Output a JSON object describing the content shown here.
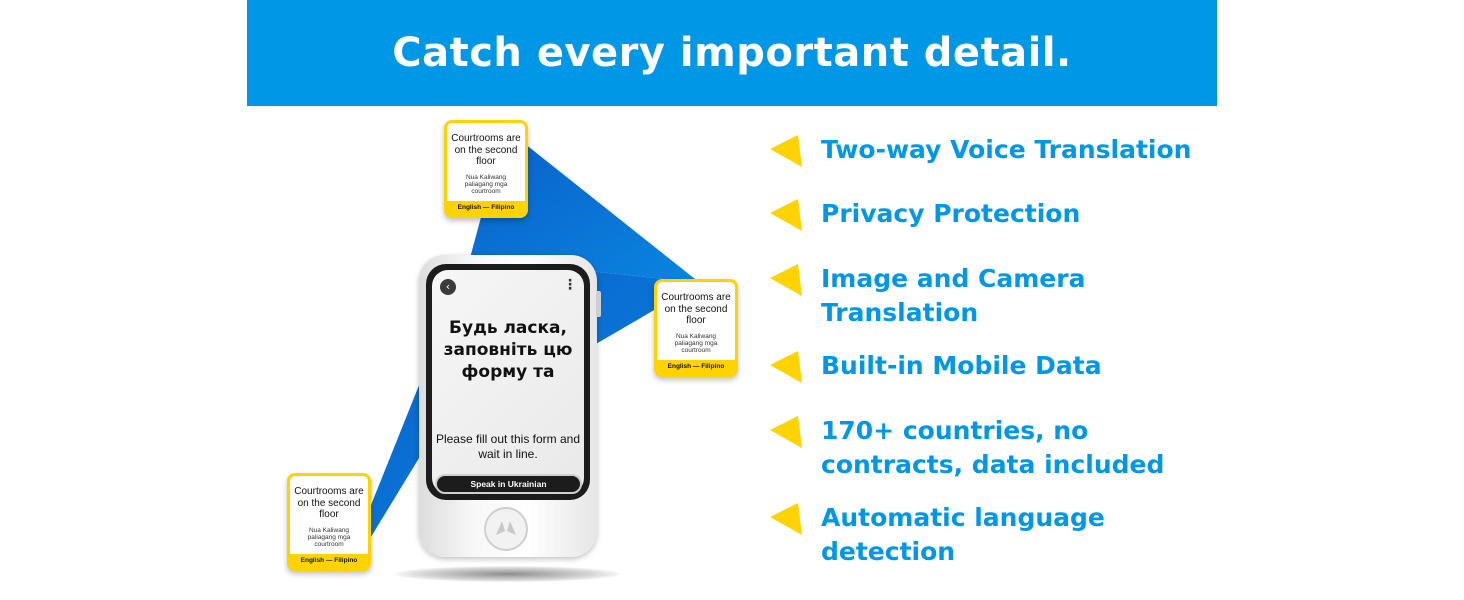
{
  "banner": {
    "title": "Catch every important detail."
  },
  "cards": [
    {
      "main": "Courtrooms are on the second floor",
      "sub": "Nua Kaliwang paliagang mga courtroom",
      "foot": "English — Filipino"
    },
    {
      "main": "Courtrooms are on the second floor",
      "sub": "Nua Kaliwang paliagang mga courtroom",
      "foot": "English — Filipino"
    },
    {
      "main": "Courtrooms are on the second floor",
      "sub": "Nua Kaliwang paliagang mga courtroom",
      "foot": "English — Filipino"
    }
  ],
  "device": {
    "back_icon": "chevron-left-icon",
    "menu_icon": "more-vertical-icon",
    "translated_text": "Будь ласка, заповніть цю форму та",
    "source_text": "Please fill out this form and wait in line.",
    "speak_button": "Speak in Ukrainian",
    "home_icon": "pocketalk-logo-icon"
  },
  "features": [
    {
      "label": "Two-way Voice Translation"
    },
    {
      "label": "Privacy Protection"
    },
    {
      "label": "Image and Camera\nTranslation"
    },
    {
      "label": "Built-in Mobile Data"
    },
    {
      "label": "170+ countries, no\ncontracts, data included"
    },
    {
      "label": "Automatic language\ndetection"
    }
  ],
  "colors": {
    "brand_blue": "#0097e6",
    "accent_yellow": "#ffd200",
    "dark_blue": "#0a5fc8"
  }
}
